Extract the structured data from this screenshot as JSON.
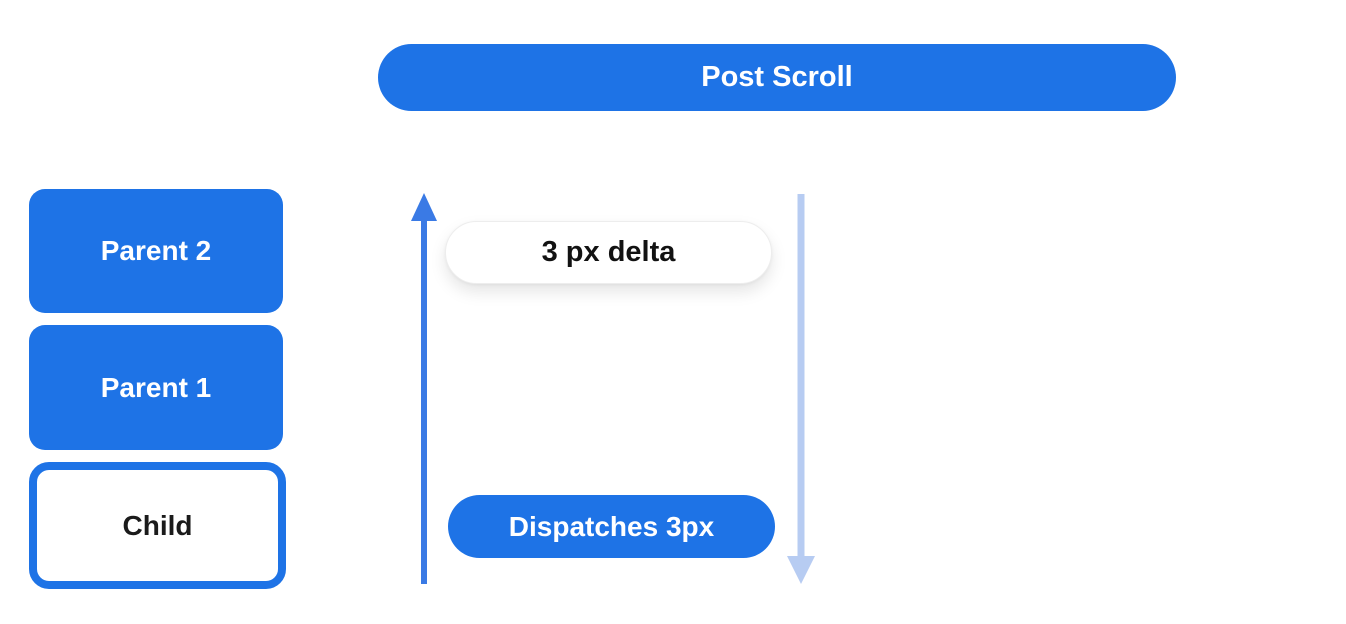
{
  "diagram": {
    "title_banner": {
      "label": "Post Scroll"
    },
    "stack": {
      "items": [
        {
          "label": "Parent 2",
          "variant": "filled"
        },
        {
          "label": "Parent 1",
          "variant": "filled"
        },
        {
          "label": "Child",
          "variant": "outlined"
        }
      ]
    },
    "flow": {
      "up_arrow_icon": "arrow-up",
      "down_arrow_icon": "arrow-down",
      "delta_label": "3 px delta",
      "dispatch_label": "Dispatches 3px"
    },
    "colors": {
      "primary_blue": "#1e73e6",
      "up_arrow_blue": "#3a7ae5",
      "down_arrow_blue": "#b7ccf2",
      "pill_text_dark": "#121212",
      "background": "#ffffff"
    }
  }
}
